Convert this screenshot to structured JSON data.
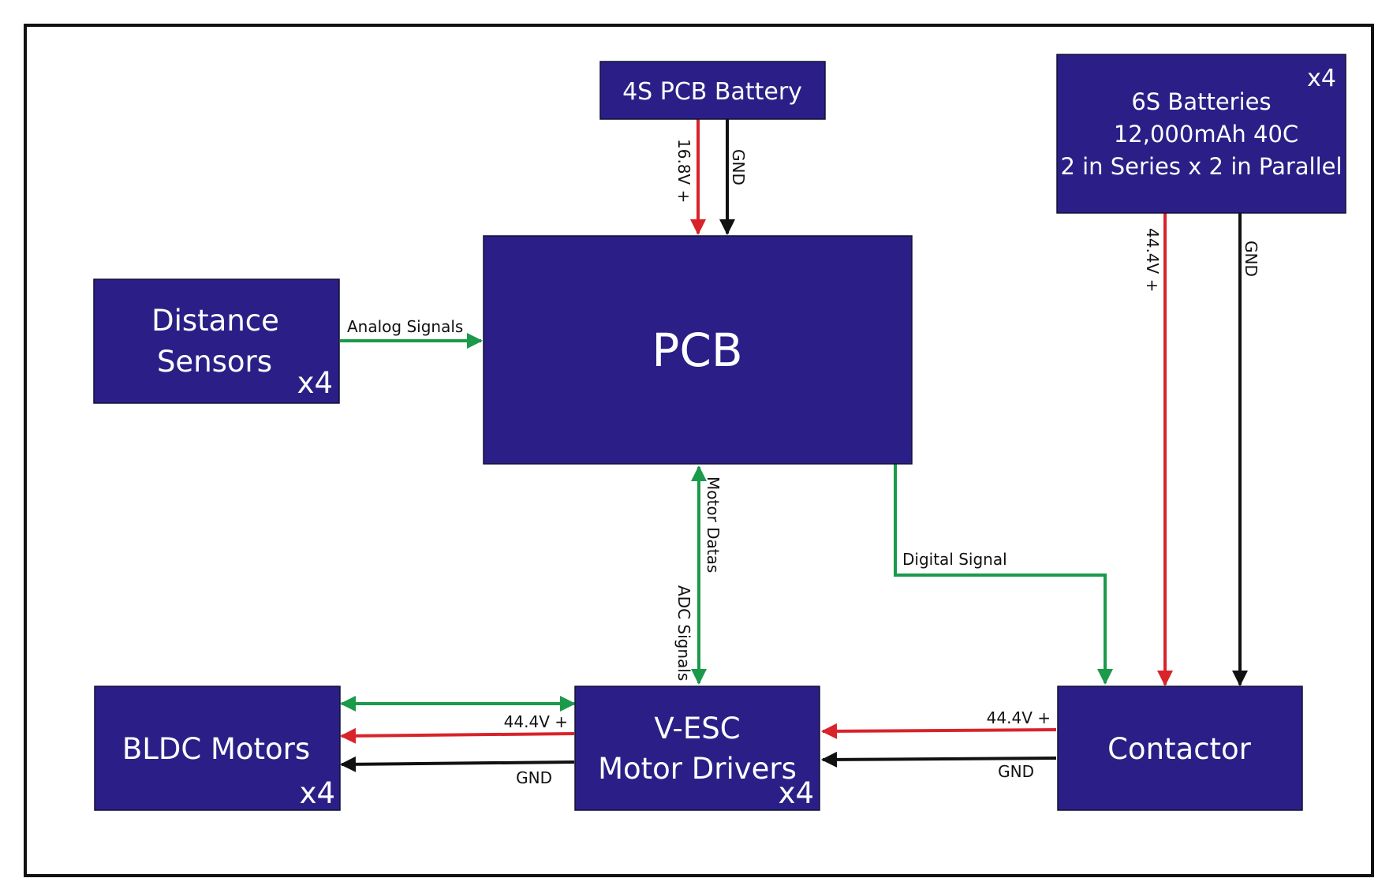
{
  "colors": {
    "block": "#2b1f87",
    "power": "#d8232a",
    "ground": "#111111",
    "signal": "#1a9a4a"
  },
  "blocks": {
    "battery4s": {
      "label": "4S PCB Battery"
    },
    "batteries6s": {
      "line1": "6S Batteries",
      "line2": "12,000mAh 40C",
      "line3": "2 in Series x 2 in Parallel",
      "count": "x4"
    },
    "sensors": {
      "line1": "Distance",
      "line2": "Sensors",
      "count": "x4"
    },
    "pcb": {
      "label": "PCB"
    },
    "bldc": {
      "label": "BLDC Motors",
      "count": "x4"
    },
    "vesc": {
      "line1": "V-ESC",
      "line2": "Motor Drivers",
      "count": "x4"
    },
    "contactor": {
      "label": "Contactor"
    }
  },
  "connections": {
    "battery_pcb_power": "16.8V +",
    "battery_pcb_gnd": "GND",
    "batt6s_contactor_power": "44.4V +",
    "batt6s_contactor_gnd": "GND",
    "sensors_pcb": "Analog Signals",
    "pcb_vesc_top": "Motor Datas",
    "pcb_vesc_bottom": "ADC Signals",
    "pcb_contactor": "Digital Signal",
    "vesc_bldc_power": "44.4V +",
    "vesc_bldc_gnd": "GND",
    "contactor_vesc_power": "44.4V +",
    "contactor_vesc_gnd": "GND"
  }
}
